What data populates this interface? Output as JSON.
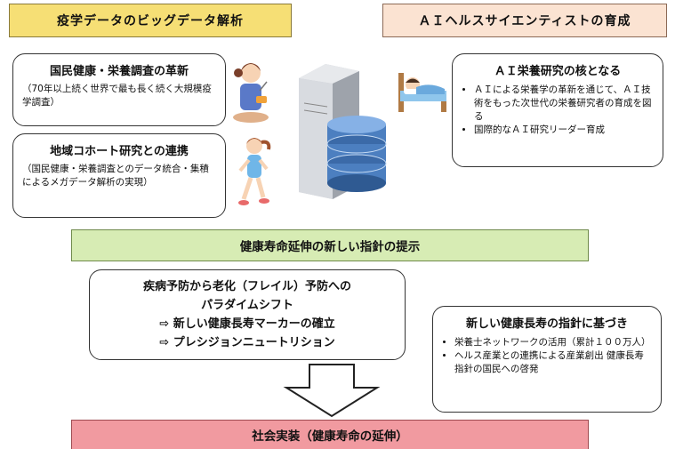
{
  "header_left": "疫学データのビッグデータ解析",
  "header_right": "ＡＩヘルスサイエンティストの育成",
  "survey_box": {
    "title": "国民健康・栄養調査の革新",
    "text": "（70年以上続く世界で最も長く続く大規模疫学調査）"
  },
  "cohort_box": {
    "title": "地域コホート研究との連携",
    "text": "（国民健康・栄養調査とのデータ統合・集積によるメガデータ解析の実現）"
  },
  "ai_box": {
    "title": "ＡＩ栄養研究の核となる",
    "items": [
      "ＡＩによる栄養学の革新を通じて、ＡＩ技術をもった次世代の栄養研究者の育成を図る",
      "国際的なＡＩ研究リーダー育成"
    ]
  },
  "middle_bar": "健康寿命延伸の新しい指針の提示",
  "paradigm_box": {
    "line1": "疾病予防から老化（フレイル）予防への",
    "line2": "パラダイムシフト",
    "line3": "⇨ 新しい健康長寿マーカーの確立",
    "line4": "⇨ プレシジョンニュートリション"
  },
  "guideline_box": {
    "title": "新しい健康長寿の指針に基づき",
    "items": [
      "栄養士ネットワークの活用（累計１００万人）",
      "ヘルス産業との連携による産業創出 健康長寿指針の国民への啓発"
    ]
  },
  "bottom_bar": "社会実装（健康寿命の延伸）"
}
